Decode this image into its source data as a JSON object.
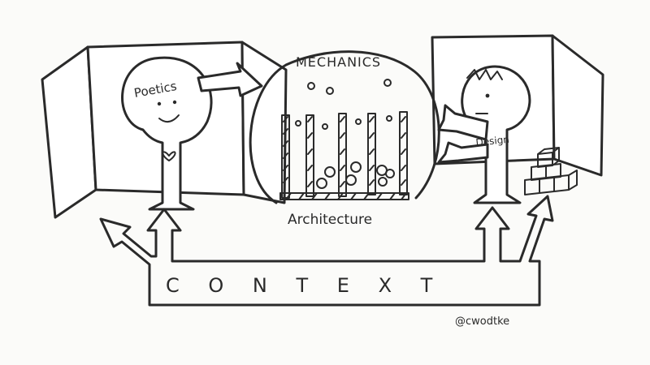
{
  "diagram": {
    "labels": {
      "poetics": "Poetics",
      "mechanics": "MECHANICS",
      "architecture": "Architecture",
      "design": "Design",
      "context": "C O N T E X T",
      "signature": "@cwodtke"
    },
    "colors": {
      "ink": "#2a2a2a",
      "paper": "#fbfbf9"
    }
  }
}
